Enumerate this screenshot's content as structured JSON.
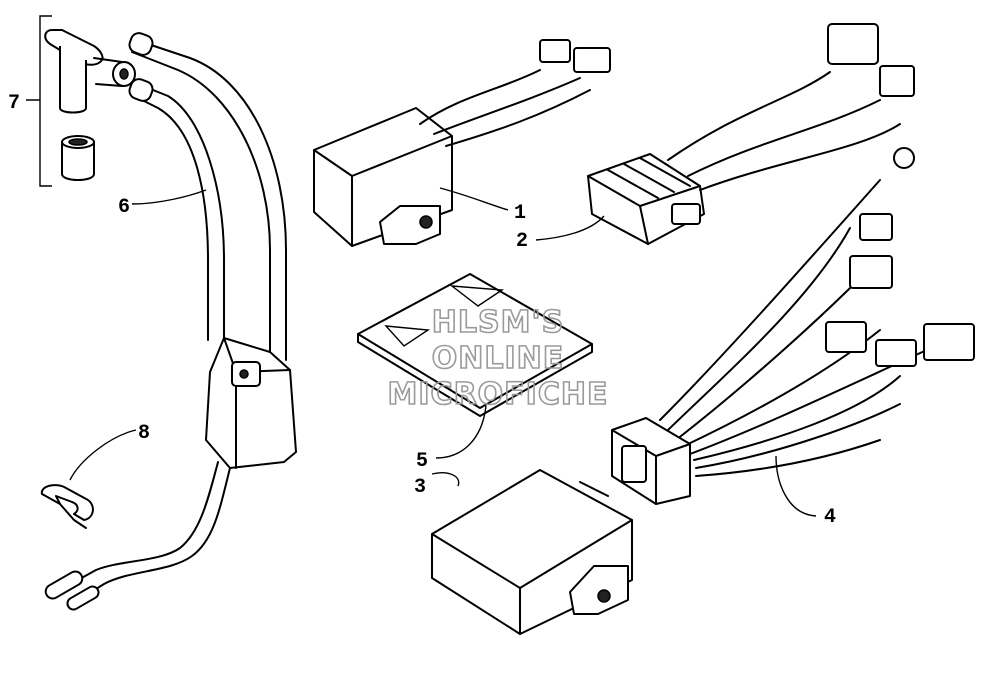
{
  "diagram": {
    "callouts": [
      "1",
      "2",
      "3",
      "4",
      "5",
      "6",
      "7",
      "8"
    ],
    "watermark": [
      "HLSM'S",
      "ONLINE",
      "MICROFICHE"
    ]
  }
}
